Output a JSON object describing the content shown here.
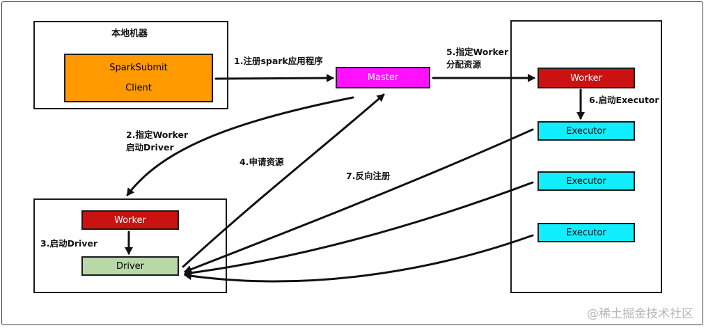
{
  "local_panel": {
    "title": "本地机器",
    "submit_label": "SparkSubmit",
    "client_label": "Client"
  },
  "master": {
    "label": "Master"
  },
  "cluster_panel": {
    "worker_label": "Worker",
    "executor_labels": [
      "Executor",
      "Executor",
      "Executor"
    ]
  },
  "driver_panel": {
    "worker_label": "Worker",
    "driver_label": "Driver"
  },
  "steps": {
    "s1": "1.注册spark应用程序",
    "s2_line1": "2.指定Worker",
    "s2_line2": "启动Driver",
    "s3": "3.启动Driver",
    "s4": "4.申请资源",
    "s5_line1": "5.指定Worker",
    "s5_line2": "分配资源",
    "s6": "6.启动Executor",
    "s7": "7.反向注册"
  },
  "watermark": "@稀土掘金技术社区",
  "colors": {
    "orange": "#ff9900",
    "magenta": "#ff11ff",
    "red": "#cc1111",
    "cyan": "#11eeff",
    "green": "#b8d8a8"
  }
}
